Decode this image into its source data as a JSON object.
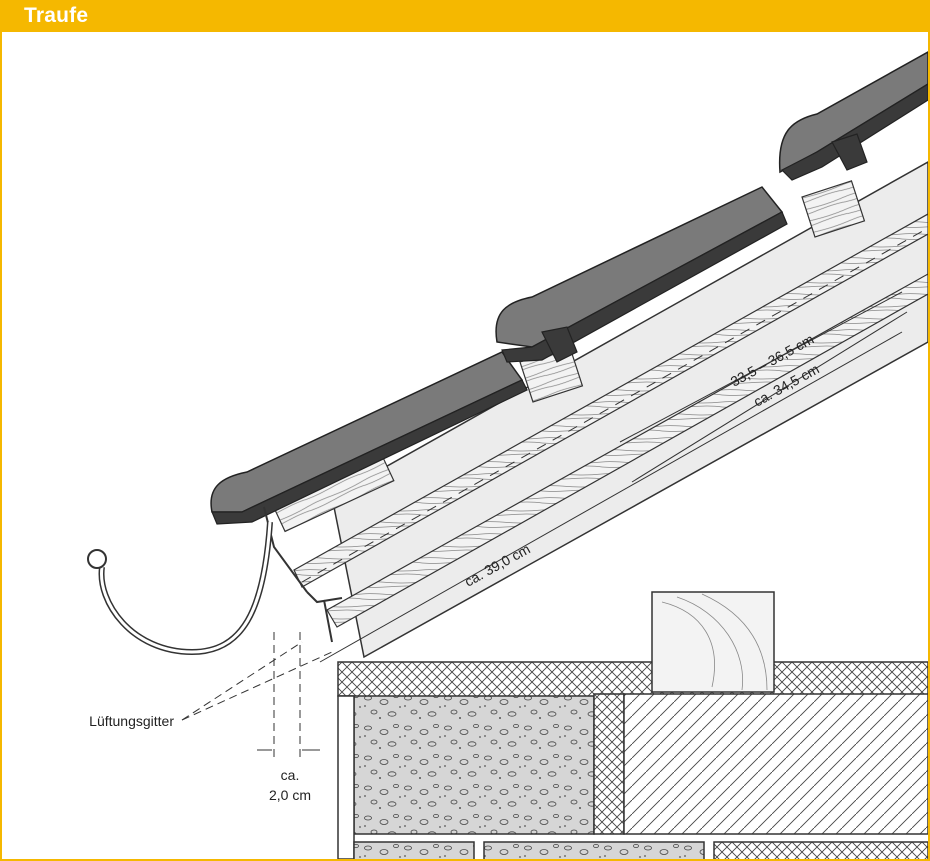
{
  "header": {
    "title": "Traufe",
    "color": "#f5b800"
  },
  "labels": {
    "ventilation_grille": "Lüftungsgitter",
    "gap_line1": "ca.",
    "gap_line2": "2,0 cm",
    "batten_spacing_range": "33,5 – 36,5 cm",
    "batten_spacing": "ca. 34,5 cm",
    "eaves_batten": "ca. 39,0 cm"
  },
  "colors": {
    "tile": "#7a7a7a",
    "tile_dark": "#3a3a3a",
    "rafter": "#ececec",
    "wood": "#f3f3f3",
    "line": "#333333"
  }
}
